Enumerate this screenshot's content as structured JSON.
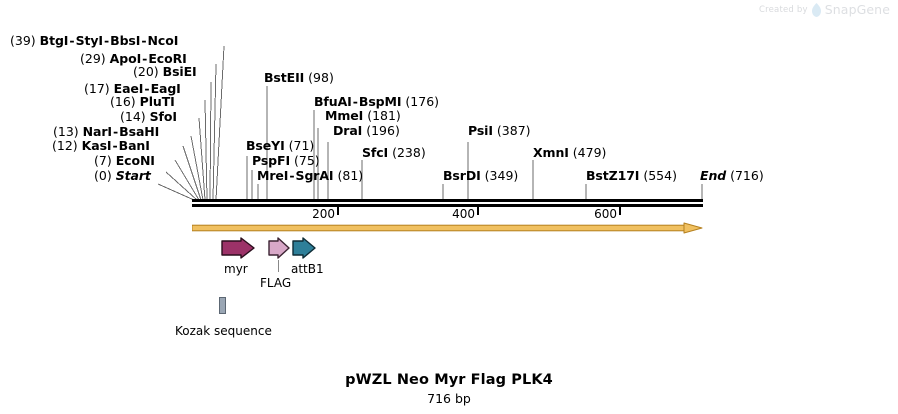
{
  "watermark": {
    "created_by": "Created by",
    "brand": "SnapGene",
    "logo_icon": "snapgene-leaf-icon",
    "logo_color": "#bcd9ec"
  },
  "map": {
    "title": "pWZL Neo Myr Flag PLK4",
    "size_label": "716 bp",
    "length_bp": 716,
    "backbone_color": "#000000",
    "direction_arrow_color": "#e8a93a"
  },
  "ruler": {
    "ticks": [
      {
        "label": "200",
        "value": 200
      },
      {
        "label": "400",
        "value": 400
      },
      {
        "label": "600",
        "value": 600
      }
    ]
  },
  "enzyme_rows": [
    {
      "id": "row-0",
      "position_label": "(39)",
      "position": 39,
      "names": [
        "BtgI",
        "StyI",
        "BbsI",
        "NcoI"
      ],
      "italic": false,
      "pos_side": "left"
    },
    {
      "id": "row-1",
      "position_label": "(29)",
      "position": 29,
      "names": [
        "ApoI",
        "EcoRI"
      ],
      "italic": false,
      "pos_side": "left"
    },
    {
      "id": "row-2",
      "position_label": "(20)",
      "position": 20,
      "names": [
        "BsiEI"
      ],
      "italic": false,
      "pos_side": "left"
    },
    {
      "id": "row-3",
      "position_label": "(17)",
      "position": 17,
      "names": [
        "EaeI",
        "EagI"
      ],
      "italic": false,
      "pos_side": "left"
    },
    {
      "id": "row-4",
      "position_label": "(16)",
      "position": 16,
      "names": [
        "PluTI"
      ],
      "italic": false,
      "pos_side": "left"
    },
    {
      "id": "row-5",
      "position_label": "(14)",
      "position": 14,
      "names": [
        "SfoI"
      ],
      "italic": false,
      "pos_side": "left"
    },
    {
      "id": "row-6",
      "position_label": "(13)",
      "position": 13,
      "names": [
        "NarI",
        "BsaHI"
      ],
      "italic": false,
      "pos_side": "left"
    },
    {
      "id": "row-7",
      "position_label": "(12)",
      "position": 12,
      "names": [
        "KasI",
        "BanI"
      ],
      "italic": false,
      "pos_side": "left"
    },
    {
      "id": "row-8",
      "position_label": "(7)",
      "position": 7,
      "names": [
        "EcoNI"
      ],
      "italic": false,
      "pos_side": "left"
    },
    {
      "id": "row-9",
      "position_label": "(0)",
      "position": 0,
      "names": [
        "Start"
      ],
      "italic": true,
      "pos_side": "left"
    },
    {
      "id": "row-10",
      "position_label": "(98)",
      "position": 98,
      "names": [
        "BstEII"
      ],
      "italic": false,
      "pos_side": "right"
    },
    {
      "id": "row-11",
      "position_label": "(176)",
      "position": 176,
      "names": [
        "BfuAI",
        "BspMI"
      ],
      "italic": false,
      "pos_side": "right"
    },
    {
      "id": "row-12",
      "position_label": "(181)",
      "position": 181,
      "names": [
        "MmeI"
      ],
      "italic": false,
      "pos_side": "right"
    },
    {
      "id": "row-13",
      "position_label": "(196)",
      "position": 196,
      "names": [
        "DraI"
      ],
      "italic": false,
      "pos_side": "right"
    },
    {
      "id": "row-14",
      "position_label": "(71)",
      "position": 71,
      "names": [
        "BseYI"
      ],
      "italic": false,
      "pos_side": "right"
    },
    {
      "id": "row-15",
      "position_label": "(75)",
      "position": 75,
      "names": [
        "PspFI"
      ],
      "italic": false,
      "pos_side": "right"
    },
    {
      "id": "row-16",
      "position_label": "(81)",
      "position": 81,
      "names": [
        "MreI",
        "SgrAI"
      ],
      "italic": false,
      "pos_side": "right"
    },
    {
      "id": "row-17",
      "position_label": "(238)",
      "position": 238,
      "names": [
        "SfcI"
      ],
      "italic": false,
      "pos_side": "right"
    },
    {
      "id": "row-18",
      "position_label": "(387)",
      "position": 387,
      "names": [
        "PsiI"
      ],
      "italic": false,
      "pos_side": "right"
    },
    {
      "id": "row-19",
      "position_label": "(349)",
      "position": 349,
      "names": [
        "BsrDI"
      ],
      "italic": false,
      "pos_side": "right"
    },
    {
      "id": "row-20",
      "position_label": "(479)",
      "position": 479,
      "names": [
        "XmnI"
      ],
      "italic": false,
      "pos_side": "right"
    },
    {
      "id": "row-21",
      "position_label": "(554)",
      "position": 554,
      "names": [
        "BstZ17I"
      ],
      "italic": false,
      "pos_side": "right"
    },
    {
      "id": "row-22",
      "position_label": "(716)",
      "position": 716,
      "names": [
        "End"
      ],
      "italic": true,
      "pos_side": "right"
    }
  ],
  "features": [
    {
      "id": "feat-myr",
      "label": "myr",
      "color": "#9c3268",
      "outline": "#4a1832",
      "shape": "arrow-right"
    },
    {
      "id": "feat-flag",
      "label": "FLAG",
      "color": "#d8a8c8",
      "outline": "#6e4a62",
      "shape": "arrow-right"
    },
    {
      "id": "feat-attb1",
      "label": "attB1",
      "color": "#2e7f99",
      "outline": "#173f4d",
      "shape": "arrow-right"
    }
  ],
  "kozak": {
    "label": "Kozak sequence",
    "color": "#9aa6b4"
  }
}
